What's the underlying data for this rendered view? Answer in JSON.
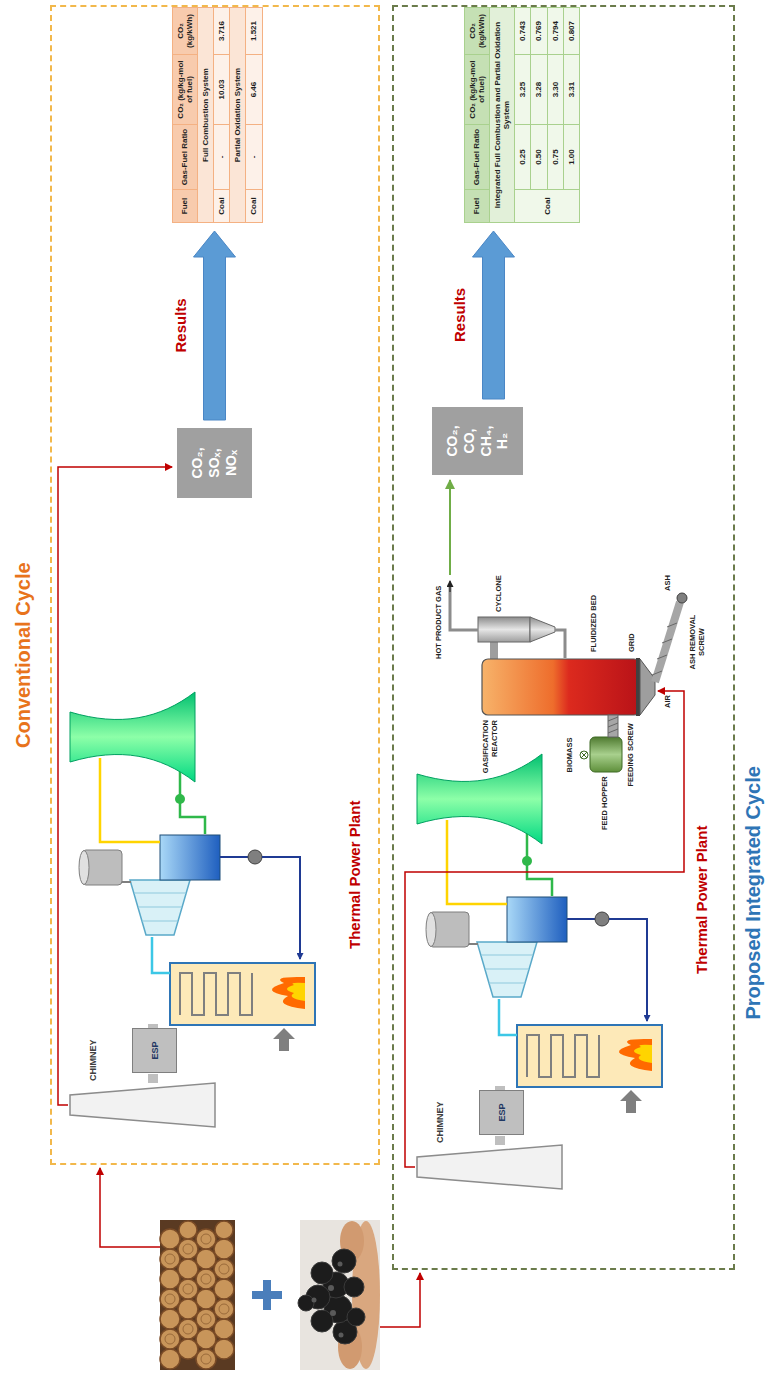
{
  "diagram": {
    "nodes": [
      {
        "text": [
          "Conventional Cycle"
        ]
      },
      {
        "text": [
          "ESP"
        ],
        "in": 0
      },
      {
        "text": [
          "CO₂, SOₓ, NOₓ"
        ],
        "in": 0
      },
      {
        "text": [
          "Fuel",
          "Gas-Fuel Ratio",
          "CO₂ (kg/kg-mol of fuel)",
          "CO₂ (kg/kWh)",
          "Full Combustion System",
          "Coal",
          "-",
          "10.03",
          "3.716",
          "Partial Oxidation System",
          "Coal",
          "-",
          "6.46",
          "1.521"
        ],
        "in": 0
      },
      {
        "text": [
          "Proposed Integrated Cycle"
        ]
      },
      {
        "text": [
          "ESP"
        ],
        "in": 4
      },
      {
        "text": [
          "CO₂, CO, CH₄, H₂"
        ],
        "in": 4
      },
      {
        "text": [
          "Fuel",
          "Gas-Fuel Ratio",
          "CO₂ (kg/kg-mol of fuel)",
          "CO₂ (kg/kWh)",
          "Integrated Full Combustion and Partial Oxidation System",
          "Coal",
          "0.25",
          "3.25",
          "0.743",
          "0.50",
          "3.28",
          "0.769",
          "0.75",
          "3.30",
          "0.794",
          "1.00",
          "3.31",
          "0.807"
        ],
        "in": 4
      }
    ],
    "edges": [
      {
        "from": 2,
        "to": 3,
        "arrow": "to",
        "label": "Results"
      },
      {
        "from": 6,
        "to": 7,
        "arrow": "to",
        "label": "Results"
      }
    ],
    "labels": [
      "CHIMNEY",
      "Thermal Power Plant",
      "CHIMNEY",
      "Thermal Power Plant",
      "HOT PRODUCT GAS",
      "CYCLONE",
      "GASIFICATION REACTOR",
      "FLUIDIZED BED",
      "BIOMASS",
      "FEED HOPPER",
      "FEEDING SCREW",
      "GRID",
      "AIR",
      "ASH REMOVAL SCREW",
      "ASH"
    ]
  }
}
